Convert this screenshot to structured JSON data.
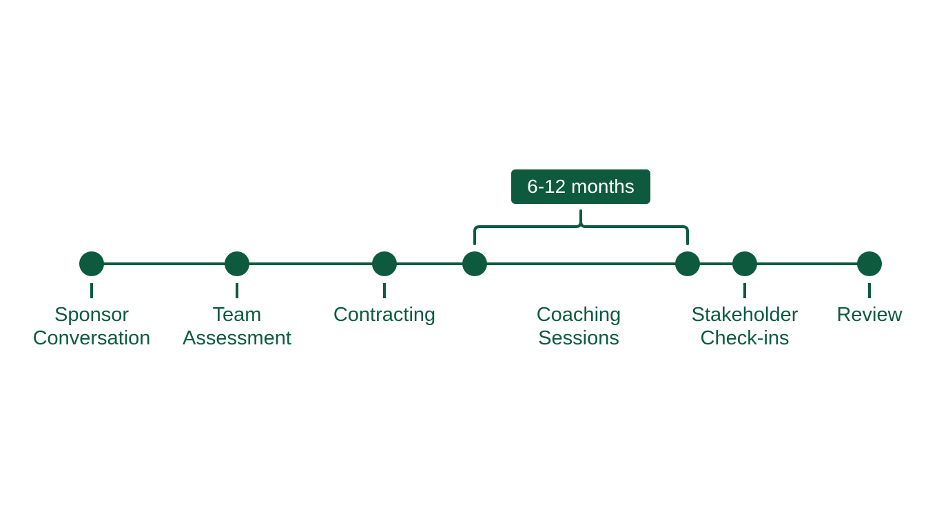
{
  "accent_color": "#0d5a3f",
  "milestones": [
    {
      "label": "Sponsor\nConversation"
    },
    {
      "label": "Team\nAssessment"
    },
    {
      "label": "Contracting"
    },
    {
      "label": ""
    },
    {
      "label": ""
    },
    {
      "label": "Stakeholder\nCheck-ins"
    },
    {
      "label": "Review"
    }
  ],
  "coaching_label": "Coaching\nSessions",
  "duration_badge": "6-12 months"
}
